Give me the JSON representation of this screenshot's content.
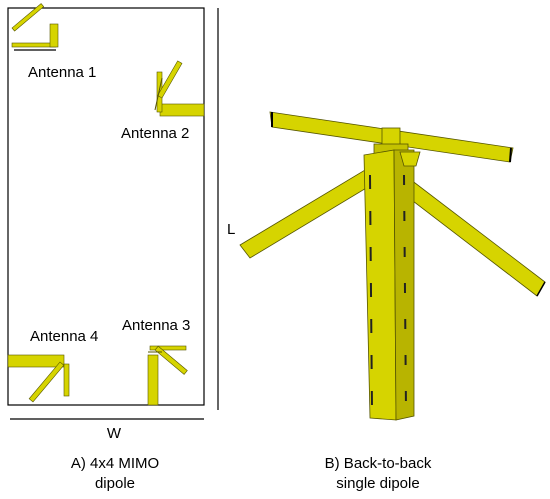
{
  "colors": {
    "antenna_fill": "#d6d400",
    "antenna_dark": "#999000",
    "antenna_stroke": "#555500",
    "line": "#000000",
    "background": "#ffffff"
  },
  "panel_a": {
    "antenna_labels": [
      "Antenna 1",
      "Antenna 2",
      "Antenna 3",
      "Antenna 4"
    ],
    "width_label": "W",
    "caption_line1": "A) 4x4 MIMO",
    "caption_line2": "dipole"
  },
  "panel_b": {
    "length_label": "L",
    "caption_line1": "B) Back-to-back",
    "caption_line2": "single dipole"
  }
}
